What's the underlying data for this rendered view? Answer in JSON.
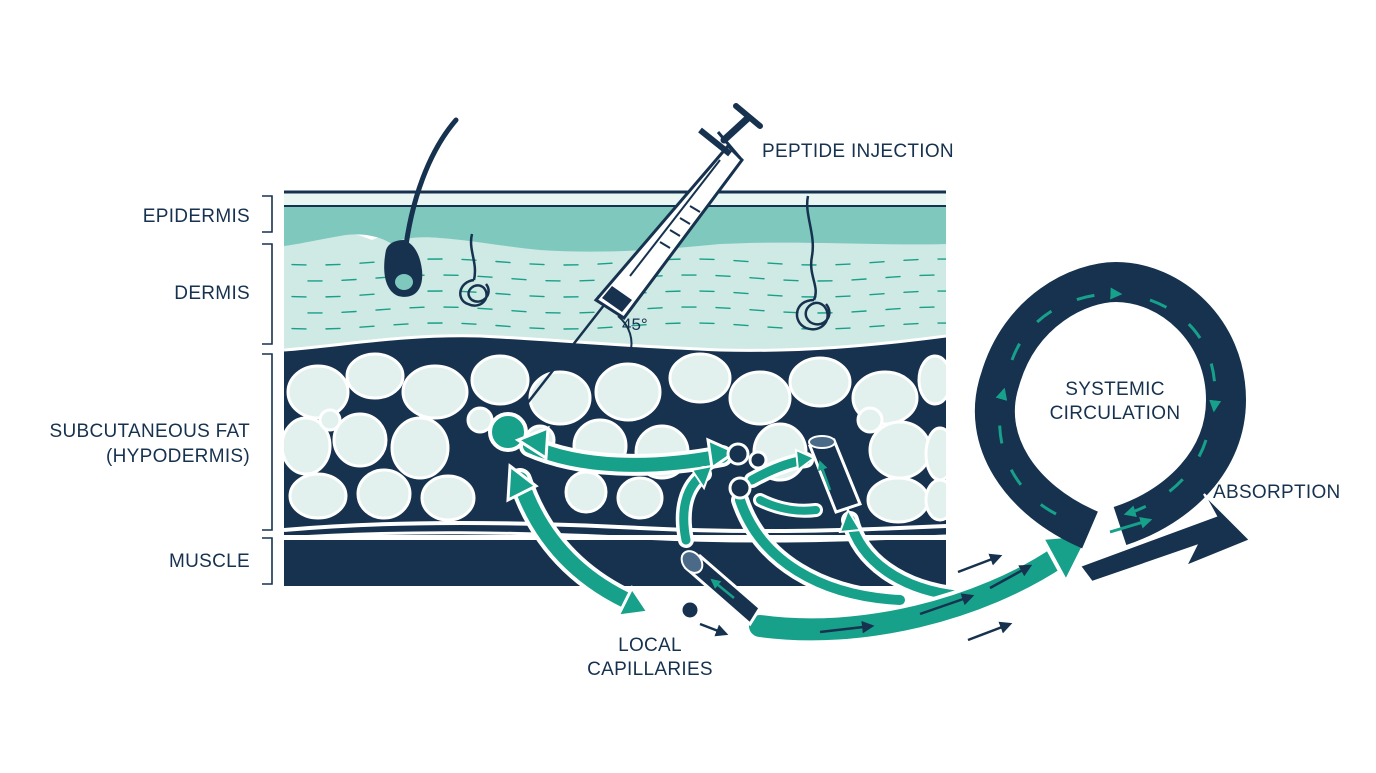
{
  "colors": {
    "navy": "#16324f",
    "teal": "#17a08a",
    "epidermis": "#7ec8be",
    "dermis": "#cfe9e4",
    "fat_cell": "#e2f1ee",
    "white": "#ffffff"
  },
  "layers": {
    "epidermis": "EPIDERMIS",
    "dermis": "DERMIS",
    "subcutaneous_line1": "SUBCUTANEOUS FAT",
    "subcutaneous_line2": "(HYPODERMIS)",
    "muscle": "MUSCLE"
  },
  "labels": {
    "injection": "PEPTIDE INJECTION",
    "angle": "45°",
    "capillaries_line1": "LOCAL",
    "capillaries_line2": "CAPILLARIES",
    "systemic_line1": "SYSTEMIC",
    "systemic_line2": "CIRCULATION",
    "absorption": "ABSORPTION"
  },
  "icons": {
    "syringe": "syringe-icon",
    "hair": "hair-follicle-icon",
    "gland": "sweat-gland-icon",
    "vessel": "capillary-vessel-icon",
    "molecule": "peptide-molecule-icon",
    "loop": "circulation-loop-icon"
  }
}
